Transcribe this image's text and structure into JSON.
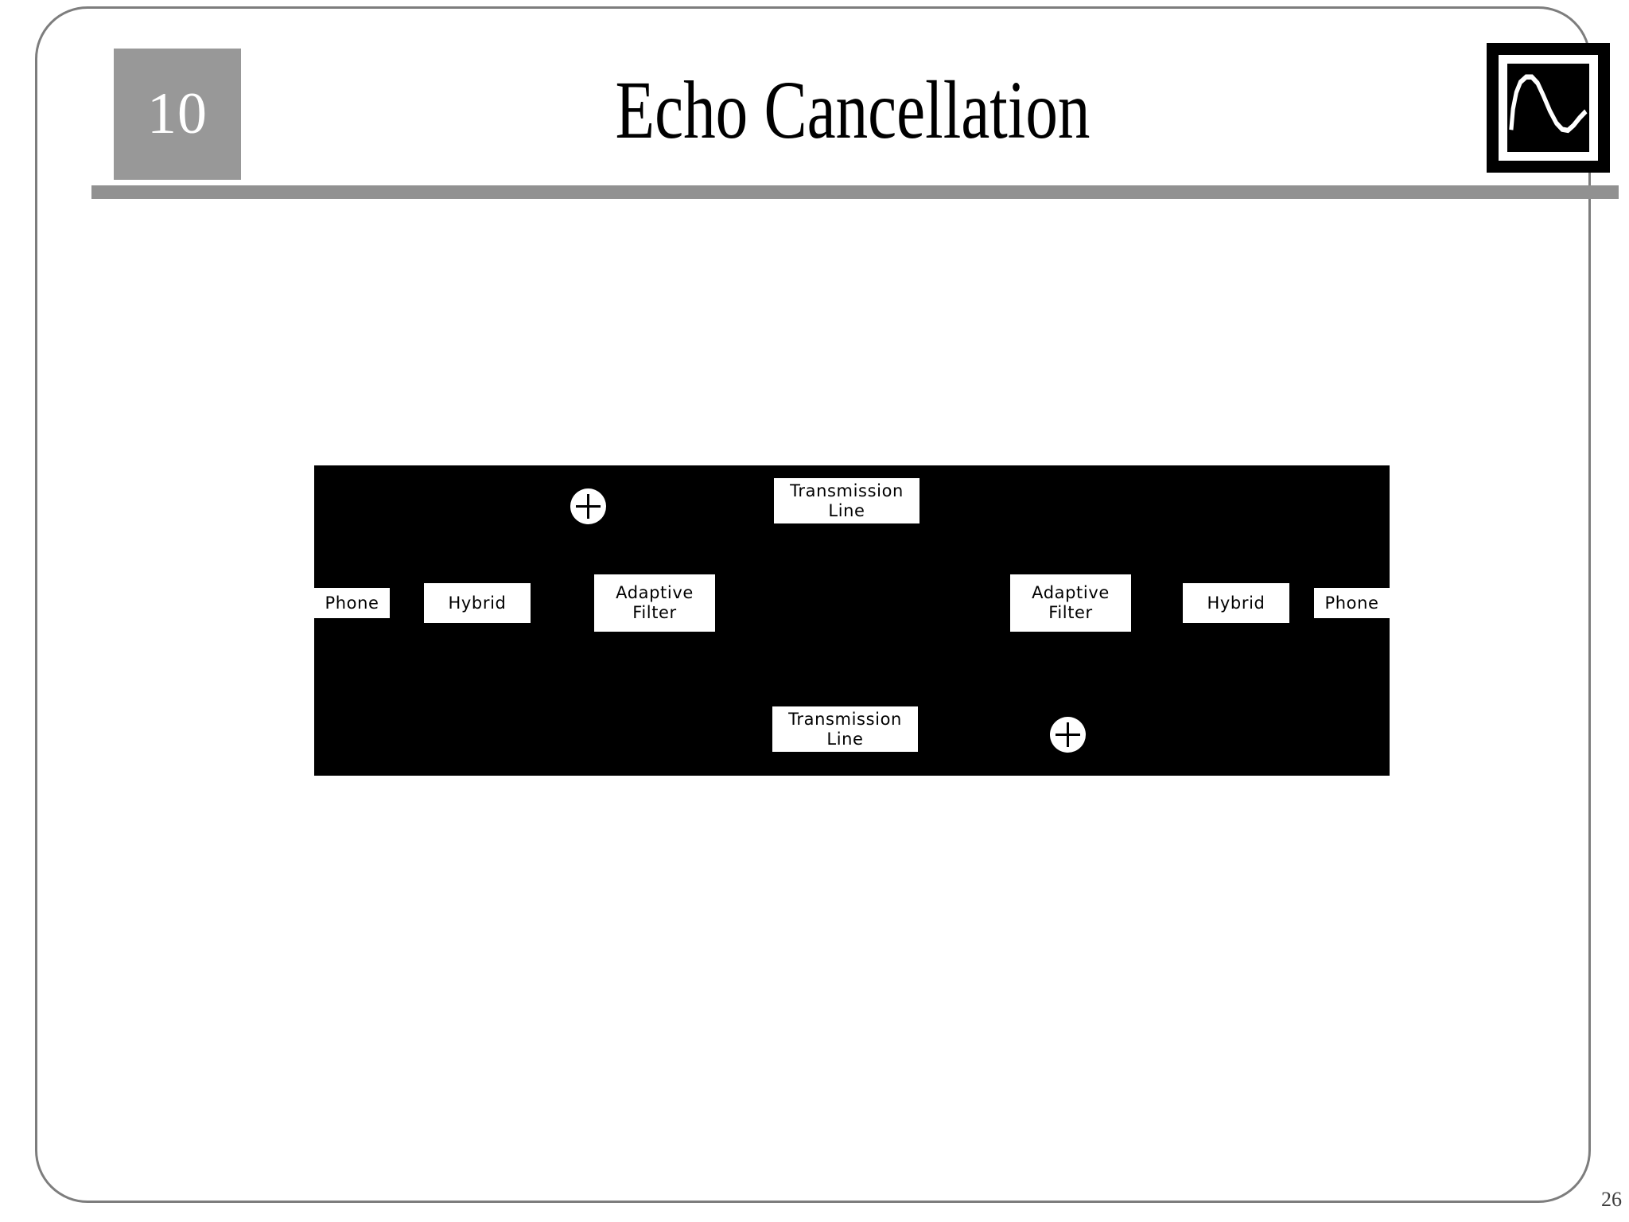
{
  "slide": {
    "number_badge": "10",
    "title": "Echo Cancellation",
    "page_number": "26",
    "colors": {
      "badge_background": "#989898",
      "header_rule": "#919191",
      "frame_border": "#7d7d7d",
      "diagram_background": "#000000",
      "box_fill": "#ffffff",
      "box_text": "#000000"
    }
  },
  "logo": {
    "name": "waveform-logo",
    "outer_frame_color": "#000000",
    "inner_border_color": "#ffffff",
    "screen_color": "#000000",
    "curve_color": "#ffffff"
  },
  "diagram": {
    "name": "echo-cancellation-block-diagram",
    "blocks": [
      {
        "id": "phone-left",
        "label": "Phone"
      },
      {
        "id": "hybrid-left",
        "label": "Hybrid"
      },
      {
        "id": "adaptive-filter-left",
        "label": "Adaptive\nFilter"
      },
      {
        "id": "transmission-line-top",
        "label": "Transmission\nLine"
      },
      {
        "id": "transmission-line-bottom",
        "label": "Transmission\nLine"
      },
      {
        "id": "adaptive-filter-right",
        "label": "Adaptive\nFilter"
      },
      {
        "id": "hybrid-right",
        "label": "Hybrid"
      },
      {
        "id": "phone-right",
        "label": "Phone"
      }
    ],
    "adders": [
      {
        "id": "adder-top",
        "symbol": "+"
      },
      {
        "id": "adder-bottom",
        "symbol": "+"
      }
    ]
  }
}
